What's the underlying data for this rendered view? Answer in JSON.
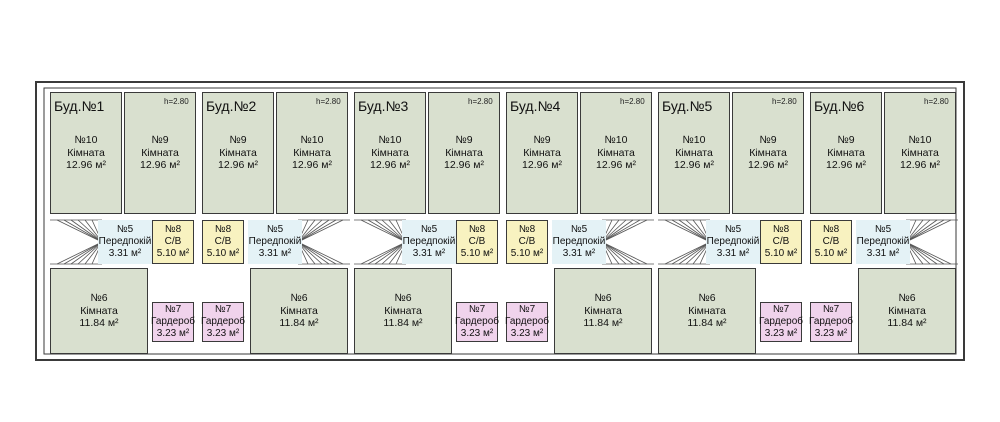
{
  "units": [
    {
      "name": "Буд.№1",
      "ceiling": "h=2.80"
    },
    {
      "name": "Буд.№2",
      "ceiling": "h=2.80"
    },
    {
      "name": "Буд.№3",
      "ceiling": "h=2.80"
    },
    {
      "name": "Буд.№4",
      "ceiling": "h=2.80"
    },
    {
      "name": "Буд.№5",
      "ceiling": "h=2.80"
    },
    {
      "name": "Буд.№6",
      "ceiling": "h=2.80"
    }
  ],
  "rooms": {
    "r10": {
      "num": "№10",
      "name": "Кімната",
      "area": "12.96 м²"
    },
    "r9": {
      "num": "№9",
      "name": "Кімната",
      "area": "12.96 м²"
    },
    "r6": {
      "num": "№6",
      "name": "Кімната",
      "area": "11.84 м²"
    },
    "r8": {
      "num": "№8",
      "name": "С/В",
      "area": "5.10 м²"
    },
    "r7": {
      "num": "№7",
      "name": "Гардероб",
      "area": "3.23 м²"
    },
    "r5": {
      "num": "№5",
      "name": "Передпокій",
      "area": "3.31 м²"
    }
  },
  "colors": {
    "room": "#d9e0cf",
    "bathroom": "#f8f2c0",
    "wardrobe": "#f0d3ec",
    "hall": "#e4f2f6",
    "wall": "#3a3a3a"
  }
}
